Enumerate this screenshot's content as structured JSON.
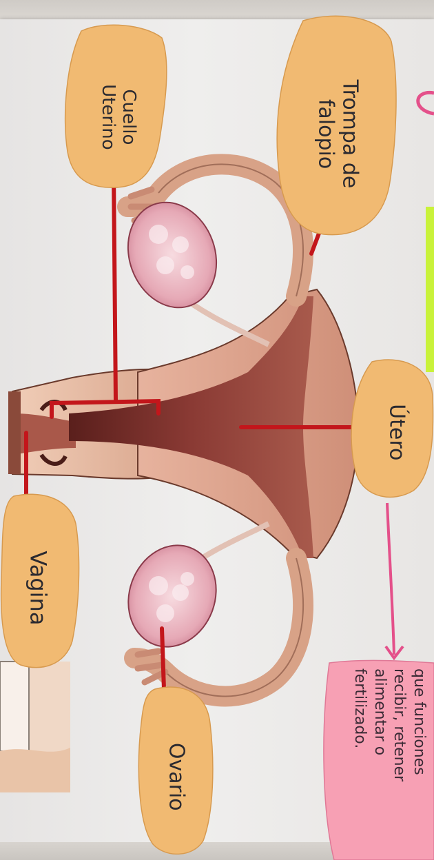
{
  "labels": {
    "cuello_uterino": "Cuello\nUterino",
    "trompa_de_falopio": "Trompa de\nfalopio",
    "utero": "Útero",
    "vagina": "Vagina",
    "ovario": "Ovario"
  },
  "pink_note": {
    "lines": [
      "que funciones",
      "recibir, retener",
      "alimentar o",
      "fertilizado."
    ]
  },
  "colors": {
    "note_orange": "#f1ba72",
    "pointer_red": "#c3161b",
    "pink_note": "#f7a0b4",
    "pink_arrow": "#e4508a",
    "green_strip": "#c9f23a"
  }
}
